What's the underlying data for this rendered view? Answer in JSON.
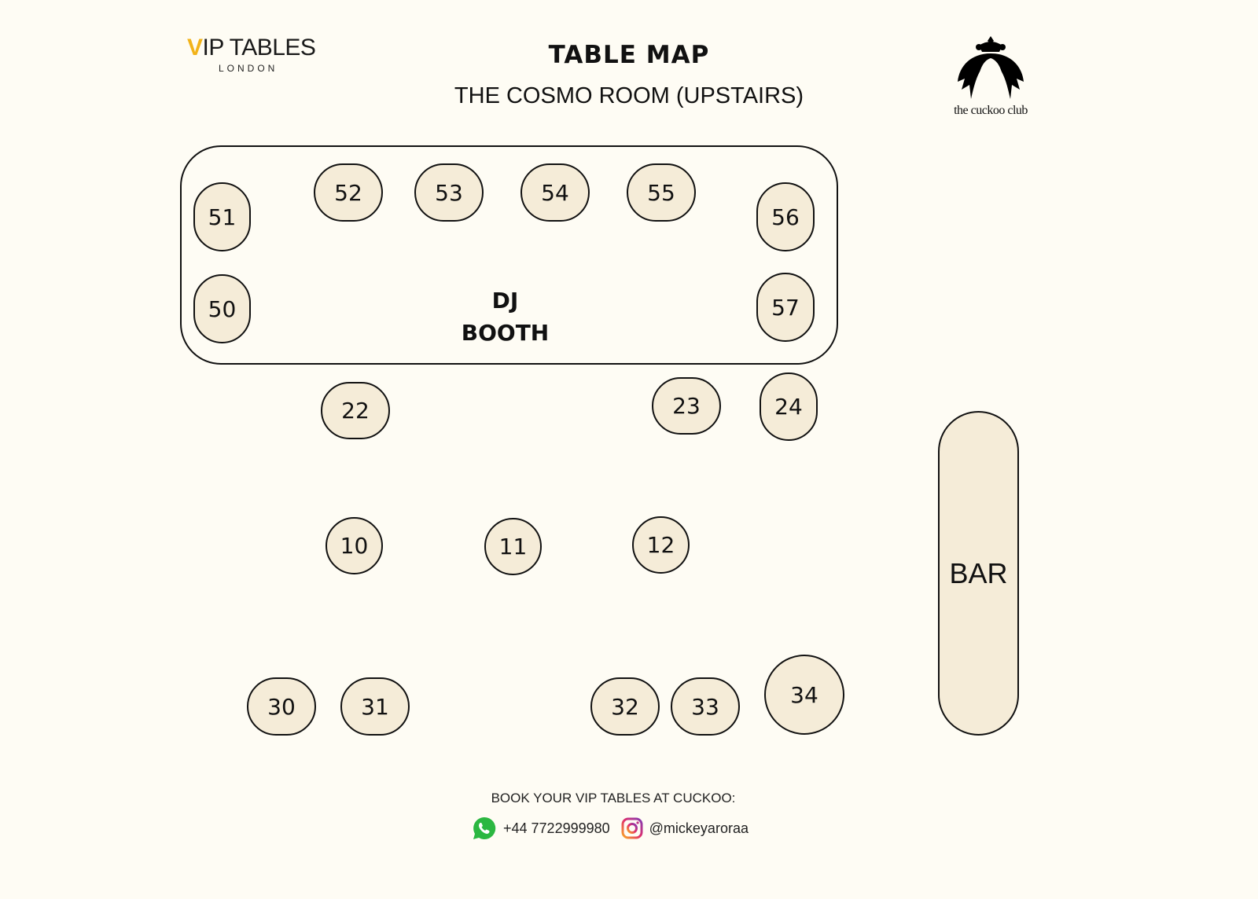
{
  "header": {
    "title": "TABLE MAP",
    "subtitle": "THE COSMO ROOM (UPSTAIRS)",
    "left_logo": {
      "v": "V",
      "text": "IP TABLES",
      "sub": "LONDON"
    },
    "right_logo": {
      "text": "the cuckoo club"
    }
  },
  "map": {
    "dj_booth": [
      "DJ",
      "BOOTH"
    ],
    "bar_label": "BAR",
    "tables": [
      "51",
      "50",
      "52",
      "53",
      "54",
      "55",
      "56",
      "57",
      "22",
      "23",
      "24",
      "10",
      "11",
      "12",
      "30",
      "31",
      "32",
      "33",
      "34"
    ]
  },
  "footer": {
    "heading": "BOOK YOUR VIP TABLES AT CUCKOO:",
    "phone": "+44 7722999980",
    "instagram": "@mickeyaroraa",
    "icons": [
      "whatsapp-icon",
      "instagram-icon"
    ]
  },
  "colors": {
    "background": "#fefcf4",
    "table_fill": "#f5ecd8",
    "accent": "#f2b319"
  }
}
